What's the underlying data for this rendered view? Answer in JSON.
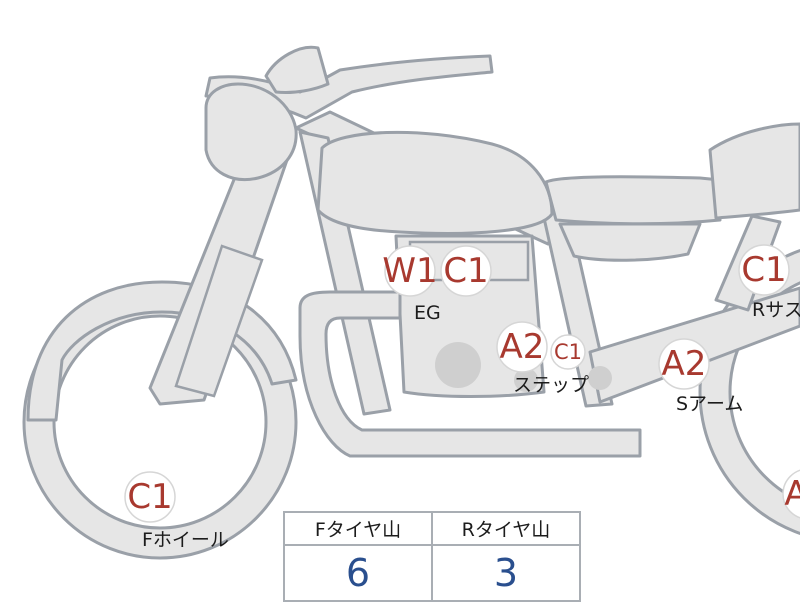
{
  "grades": {
    "eg_w1": "W1",
    "eg_c1": "C1",
    "step_a2": "A2",
    "step_c1": "C1",
    "swingarm_a2": "A2",
    "rear_susp_c1": "C1",
    "front_wheel_c1": "C1",
    "rear_wheel_a": "A"
  },
  "labels": {
    "engine": "EG",
    "step": "ステップ",
    "swingarm": "Sアーム",
    "rear_susp": "Rサス",
    "front_wheel": "Fホイール"
  },
  "tire_table": {
    "headers": [
      "Fタイヤ山",
      "Rタイヤ山"
    ],
    "values": [
      "6",
      "3"
    ]
  },
  "colors": {
    "grade": "#a8392f",
    "tire_value": "#2a4f8e",
    "body_fill": "#e6e6e6",
    "body_stroke": "#9aa0a8"
  }
}
